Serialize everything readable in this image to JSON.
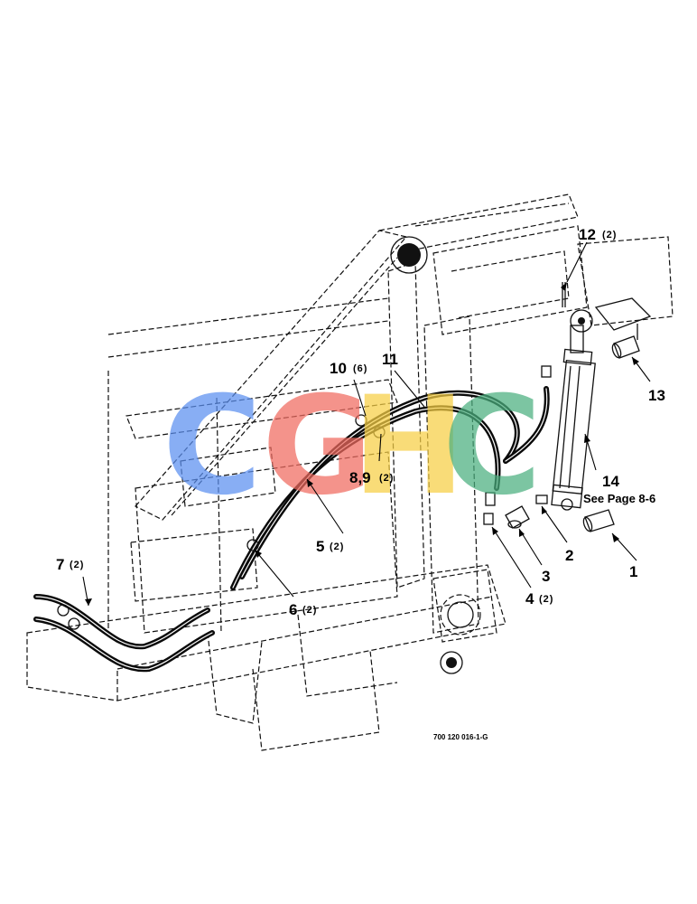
{
  "watermark": {
    "letters": [
      "C",
      "G",
      "H",
      "C"
    ],
    "colors": [
      "#5b8ff0",
      "#f06a5f",
      "#f7cf45",
      "#4bb07f"
    ]
  },
  "callouts": {
    "c1": "1",
    "c2": "2",
    "c3": "3",
    "c4": "4",
    "c4_qty": "(2)",
    "c5": "5",
    "c5_qty": "(2)",
    "c6": "6",
    "c6_qty": "(2)",
    "c7": "7",
    "c7_qty": "(2)",
    "c89": "8,9",
    "c89_qty": "(2)",
    "c10": "10",
    "c10_qty": "(6)",
    "c11": "11",
    "c12": "12",
    "c12_qty": "(2)",
    "c13": "13",
    "c14": "14",
    "c14_ref": "See Page 8-6"
  },
  "drawing_number": "700 120 016-1-G"
}
